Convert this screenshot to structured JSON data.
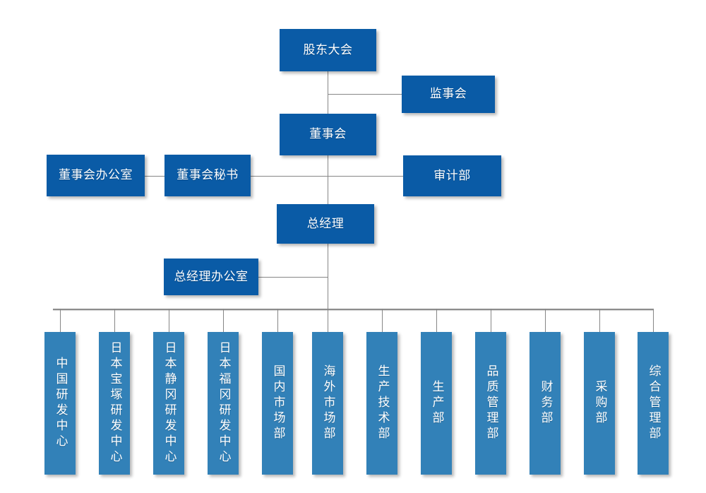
{
  "diagram": {
    "type": "organization-chart",
    "title": "",
    "colors": {
      "primary_box": "#0a5ba6",
      "department_box": "#3281b8",
      "connector_line": "#868686",
      "text": "#ffffff",
      "background": "#ffffff"
    },
    "levels": {
      "level1": {
        "label": "股东大会"
      },
      "level2_side": {
        "label": "监事会"
      },
      "level3": {
        "label": "董事会"
      },
      "level3_left_outer": {
        "label": "董事会办公室"
      },
      "level3_left_inner": {
        "label": "董事会秘书"
      },
      "level3_right": {
        "label": "审计部"
      },
      "level4": {
        "label": "总经理"
      },
      "level4_side": {
        "label": "总经理办公室"
      }
    },
    "departments": [
      {
        "label": "中国研发中心"
      },
      {
        "label": "日本宝塚研发中心"
      },
      {
        "label": "日本静冈研发中心"
      },
      {
        "label": "日本福冈研发中心"
      },
      {
        "label": "国内市场部"
      },
      {
        "label": "海外市场部"
      },
      {
        "label": "生产技术部"
      },
      {
        "label": "生产部"
      },
      {
        "label": "品质管理部"
      },
      {
        "label": "财务部"
      },
      {
        "label": "采购部"
      },
      {
        "label": "综合管理部"
      }
    ]
  }
}
